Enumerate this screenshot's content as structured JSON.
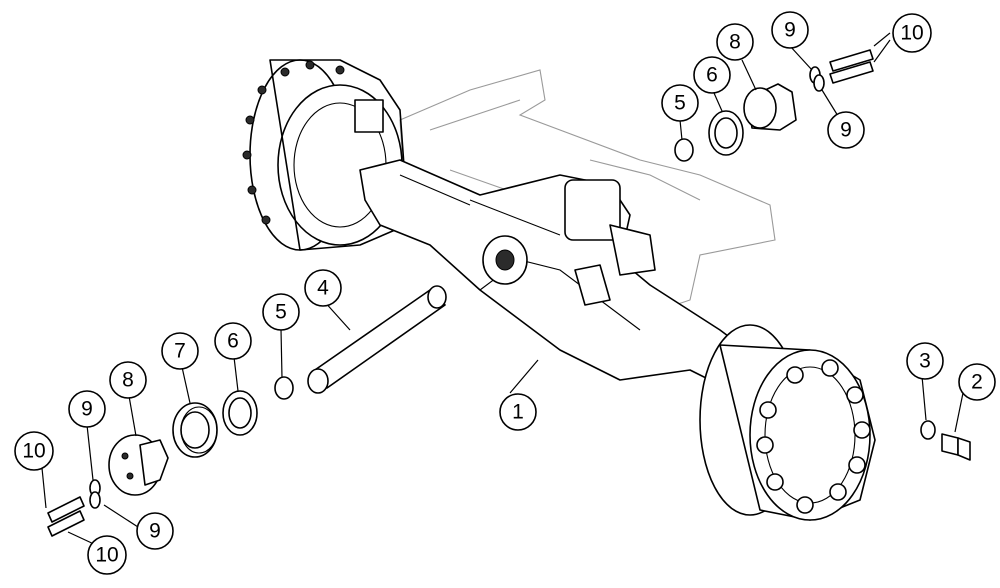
{
  "callouts": [
    {
      "id": "c1",
      "label": "1"
    },
    {
      "id": "c2",
      "label": "2"
    },
    {
      "id": "c3",
      "label": "3"
    },
    {
      "id": "c4",
      "label": "4"
    },
    {
      "id": "c5a",
      "label": "5"
    },
    {
      "id": "c5b",
      "label": "5"
    },
    {
      "id": "c6a",
      "label": "6"
    },
    {
      "id": "c6b",
      "label": "6"
    },
    {
      "id": "c7",
      "label": "7"
    },
    {
      "id": "c8a",
      "label": "8"
    },
    {
      "id": "c8b",
      "label": "8"
    },
    {
      "id": "c9a",
      "label": "9"
    },
    {
      "id": "c9b",
      "label": "9"
    },
    {
      "id": "c9c",
      "label": "9"
    },
    {
      "id": "c9d",
      "label": "9"
    },
    {
      "id": "c10a",
      "label": "10"
    },
    {
      "id": "c10b",
      "label": "10"
    },
    {
      "id": "c10c",
      "label": "10"
    }
  ]
}
